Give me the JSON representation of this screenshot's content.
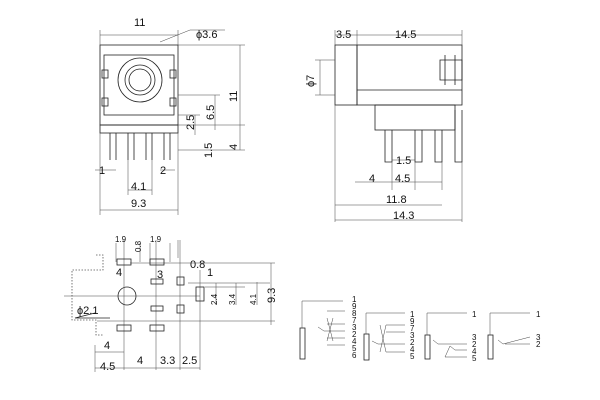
{
  "front_view": {
    "dims": [
      "11",
      "ϕ3.6",
      "11",
      "6.5",
      "2.5",
      "1.5",
      "4",
      "1",
      "2",
      "4.1",
      "9.3"
    ]
  },
  "side_view": {
    "dims": [
      "3.5",
      "14.5",
      "ϕ7",
      "1.5",
      "4",
      "4.5",
      "11.8",
      "14.3"
    ]
  },
  "pcb_layout": {
    "dims": [
      "1.9",
      "0.8",
      "1.9",
      "4",
      "0.8",
      "3",
      "1",
      "2.4",
      "3.4",
      "4.1",
      "9.3",
      "ϕ2.1",
      "4",
      "4.5",
      "4",
      "3.3",
      "2.5"
    ]
  },
  "schematics": [
    {
      "pins": [
        "1",
        "9",
        "8",
        "7",
        "3",
        "2",
        "4",
        "5",
        "6"
      ]
    },
    {
      "pins": [
        "1",
        "9",
        "7",
        "3",
        "2",
        "4",
        "5"
      ]
    },
    {
      "pins": [
        "1",
        "3",
        "2",
        "4",
        "5"
      ]
    },
    {
      "pins": [
        "1",
        "3",
        "2"
      ]
    }
  ]
}
